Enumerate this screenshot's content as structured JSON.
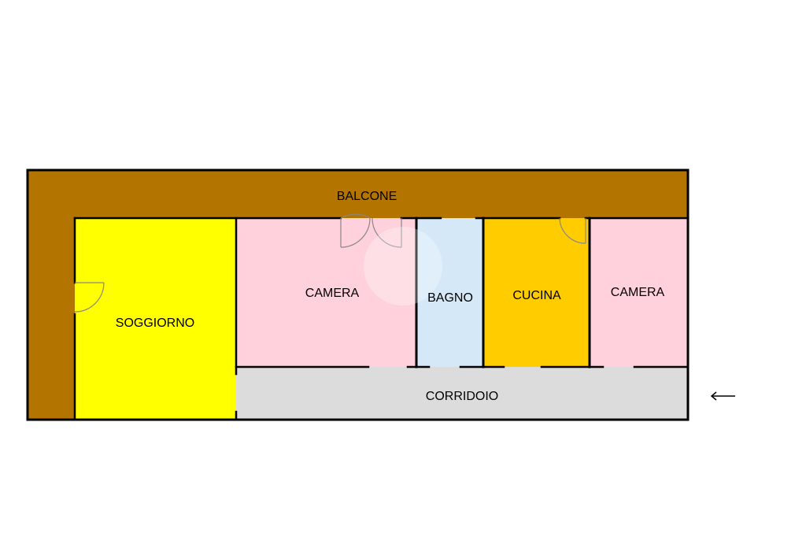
{
  "colors": {
    "balcony": "#B37400",
    "living_room": "#FFFF00",
    "bedroom": "#FFD1DC",
    "bathroom": "#D4E8F8",
    "kitchen": "#FFCC00",
    "corridor": "#DCDCDC",
    "wall": "#000000",
    "door": "#888888"
  },
  "rooms": {
    "balcony": "BALCONE",
    "living_room": "SOGGIORNO",
    "bedroom_1": "CAMERA",
    "bathroom": "BAGNO",
    "kitchen": "CUCINA",
    "bedroom_2": "CAMERA",
    "corridor": "CORRIDOIO"
  },
  "entrance_icon": "arrow-left-icon"
}
